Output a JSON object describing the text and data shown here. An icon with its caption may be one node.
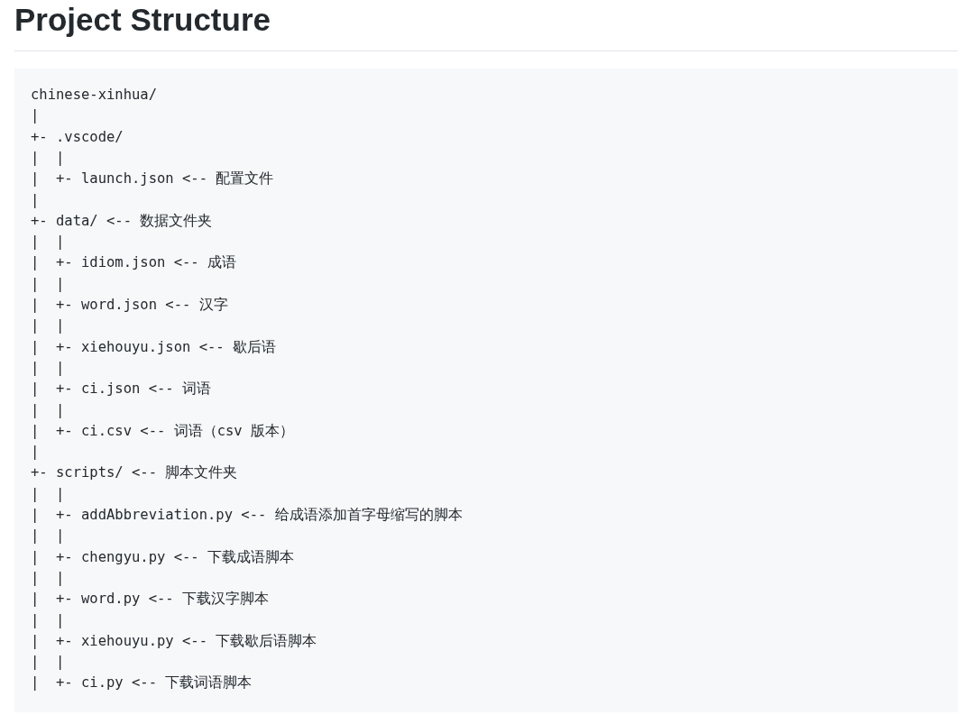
{
  "diagram": {
    "title": "Project Structure",
    "labels": [
      "chinese-xinhua/",
      "|",
      "+- .vscode/",
      "|  |",
      "|  +- launch.json <-- 配置文件",
      "|",
      "+- data/ <-- 数据文件夹",
      "|  |",
      "|  +- idiom.json <-- 成语",
      "|  |",
      "|  +- word.json <-- 汉字",
      "|  |",
      "|  +- xiehouyu.json <-- 歇后语",
      "|  |",
      "|  +- ci.json <-- 词语",
      "|  |",
      "|  +- ci.csv <-- 词语（csv 版本）",
      "|",
      "+- scripts/ <-- 脚本文件夹",
      "|  |",
      "|  +- addAbbreviation.py <-- 给成语添加首字母缩写的脚本",
      "|  |",
      "|  +- chengyu.py <-- 下载成语脚本",
      "|  |",
      "|  +- word.py <-- 下载汉字脚本",
      "|  |",
      "|  +- xiehouyu.py <-- 下载歇后语脚本",
      "|  |",
      "|  +- ci.py <-- 下载词语脚本"
    ]
  }
}
